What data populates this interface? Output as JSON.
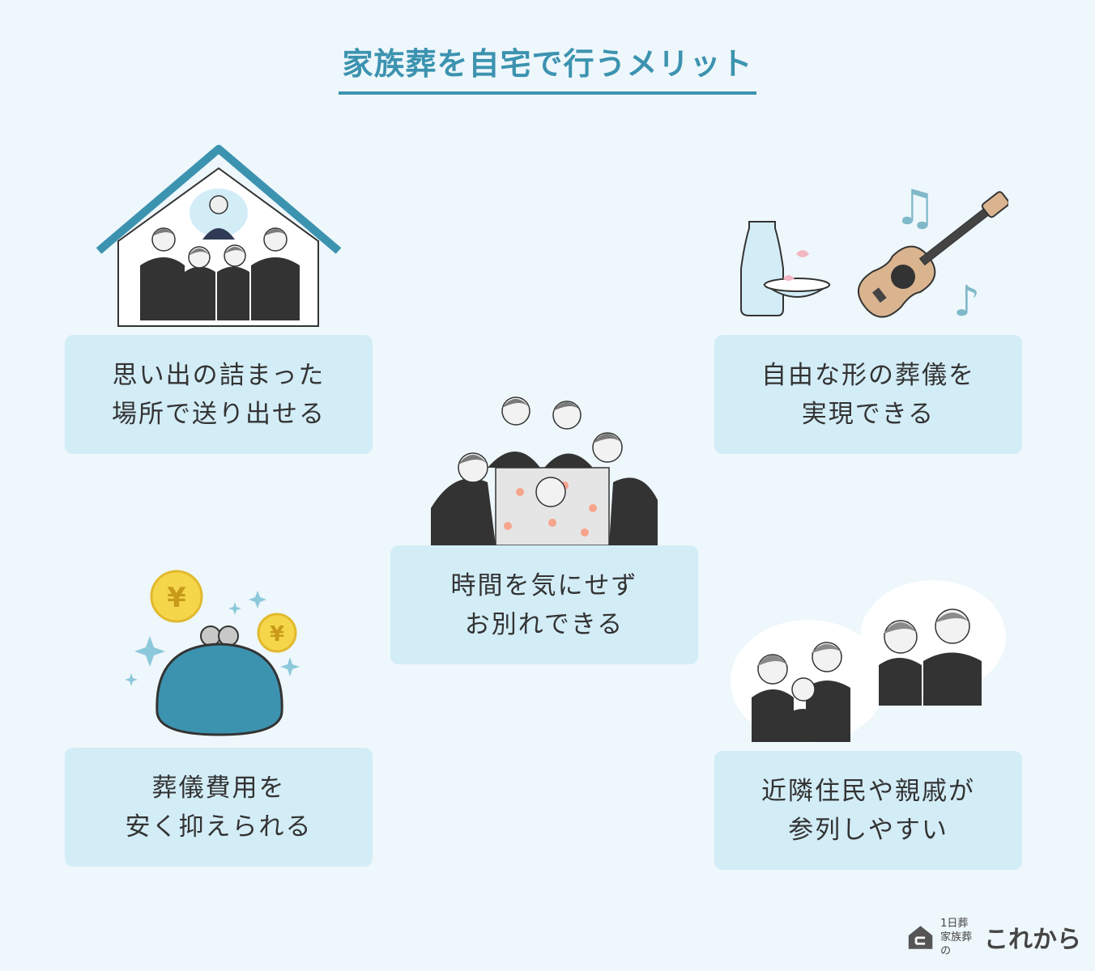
{
  "title": "家族葬を自宅で行うメリット",
  "cards": [
    {
      "line1": "思い出の詰まった",
      "line2": "場所で送り出せる"
    },
    {
      "line1": "自由な形の葬儀を",
      "line2": "実現できる"
    },
    {
      "line1": "時間を気にせず",
      "line2": "お別れできる"
    },
    {
      "line1": "葬儀費用を",
      "line2": "安く抑えられる"
    },
    {
      "line1": "近隣住民や親戚が",
      "line2": "参列しやすい"
    }
  ],
  "icons": {
    "coin_symbol": "¥",
    "music_note_double": "♫",
    "music_note_single": "♪"
  },
  "colors": {
    "accent": "#3c93b0",
    "card_bg": "#d3edf7",
    "page_bg": "#eef7fb"
  },
  "logo": {
    "small_line1": "1日葬",
    "small_line2": "家族葬の",
    "brand": "これから"
  }
}
